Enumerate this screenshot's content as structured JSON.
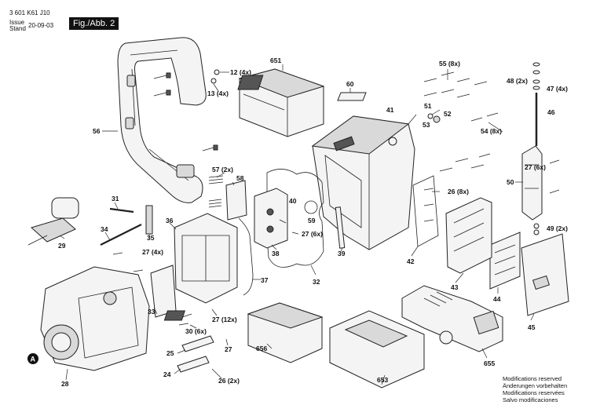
{
  "header": {
    "doc_number": "3 601 K61 J10",
    "issue_label": "Issue",
    "stand_label": "Stand",
    "issue_date": "20-09-03",
    "figure": "Fig./Abb. 2"
  },
  "callouts": {
    "c12": "12 (4x)",
    "c13": "13 (4x)",
    "c651": "651",
    "c60": "60",
    "c55": "55 (8x)",
    "c48": "48 (2x)",
    "c47": "47 (4x)",
    "c46": "46",
    "c41": "41",
    "c51": "51",
    "c52": "52",
    "c53": "53",
    "c54": "54 (8x)",
    "c56": "56",
    "c57": "57 (2x)",
    "c58": "58",
    "c26": "26 (8x)",
    "c31": "31",
    "c36": "36",
    "c40": "40",
    "c59": "59",
    "c27b": "27 (6x)",
    "c27c": "27 (6x)",
    "c50": "50",
    "c49": "49 (2x)",
    "c34": "34",
    "c35": "35",
    "c29": "29",
    "c27a": "27 (4x)",
    "c38": "38",
    "c39": "39",
    "c42": "42",
    "c32": "32",
    "c43": "43",
    "c44": "44",
    "c37": "37",
    "c33": "33",
    "c27d": "27 (12x)",
    "c30": "30 (6x)",
    "c656": "656",
    "c45": "45",
    "c27e": "27",
    "c25": "25",
    "c24": "24",
    "c26b": "26 (2x)",
    "c28": "28",
    "c653": "653",
    "c655": "655",
    "markA": "A"
  },
  "footer": {
    "line1": "Modifications reserved",
    "line2": "Änderungen vorbehalten",
    "line3": "Modifications reservées",
    "line4": "Salvo modificaciones"
  }
}
